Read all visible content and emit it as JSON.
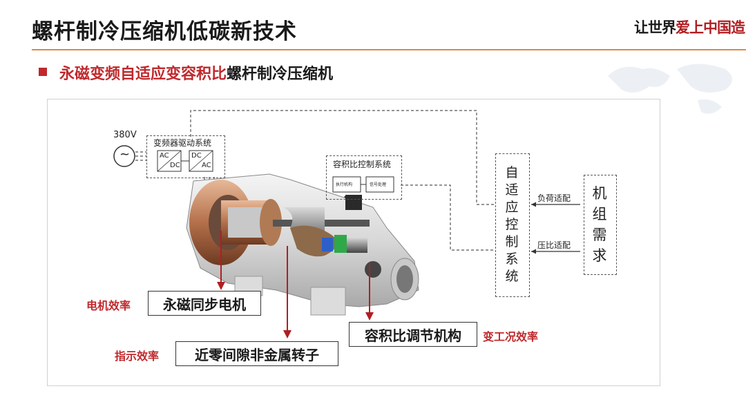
{
  "header": {
    "title": "螺杆制冷压缩机低碳新技术",
    "logo_text_a": "让世界",
    "logo_text_b": "爱上中国造"
  },
  "subtitle": {
    "highlight": "永磁变频自适应变容积比",
    "rest": "螺杆制冷压缩机"
  },
  "diagram": {
    "voltage": "380V",
    "ac_symbol": "~",
    "vfd_label": "变频器驱动系统",
    "rectifier_top": "AC",
    "rectifier_bottom": "DC",
    "inverter_top": "DC",
    "inverter_bottom": "AC",
    "vi_control_label": "容积比控制系统",
    "actuator_label": "执行机构",
    "signal_label": "信号处理",
    "adaptive_control": [
      "自",
      "适",
      "应",
      "控",
      "制",
      "系",
      "统"
    ],
    "unit_demand": [
      "机",
      "组",
      "需",
      "求"
    ],
    "load_adapt": "负荷适配",
    "pressure_adapt": "压比适配",
    "motor_box": "永磁同步电机",
    "rotor_box": "近零间隙非金属转子",
    "vi_box": "容积比调节机构",
    "motor_eff": "电机效率",
    "indicated_eff": "指示效率",
    "variable_eff": "变工况效率"
  },
  "colors": {
    "accent_red": "#c0282c",
    "rule_orange": "#e08a3c"
  }
}
